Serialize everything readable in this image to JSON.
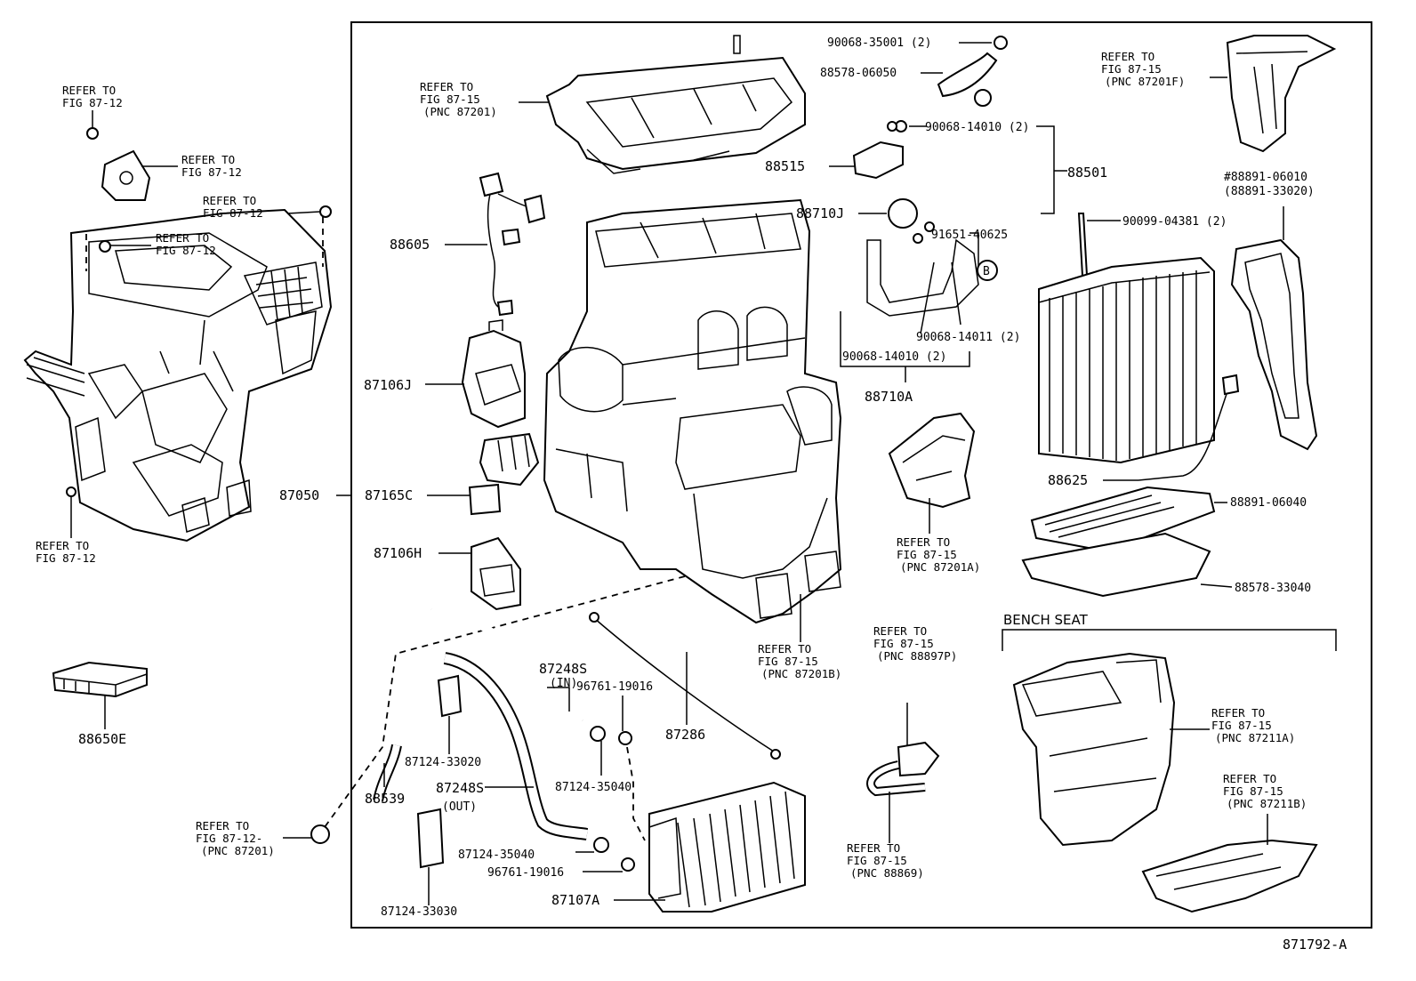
{
  "labels": {
    "p90068_35001": "90068-35001 (2)",
    "p88578_06050": "88578-06050",
    "p90068_14010a": "90068-14010 (2)",
    "p88515": "88515",
    "p88501": "88501",
    "p88710j": "88710J",
    "p91651_40625": "91651-40625",
    "p90099_04381": "90099-04381 (2)",
    "p88605": "88605",
    "p90068_14011": "90068-14011 (2)",
    "p90068_14010b": "90068-14010 (2)",
    "p88710a": "88710A",
    "p87106j": "87106J",
    "p87050": "87050",
    "p87165c": "87165C",
    "p88625": "88625",
    "p88891_06040": "88891-06040",
    "p87106h": "87106H",
    "p88578_33040": "88578-33040",
    "p87248s_in": "87248S",
    "p87248s_in_sub": "(IN)",
    "p96761_19016a": "96761-19016",
    "p87286": "87286",
    "p87124_33020": "87124-33020",
    "p87124_35040a": "87124-35040",
    "p87248s_out": "87248S",
    "p87248s_out_sub": "(OUT)",
    "p88539": "88539",
    "p87124_35040b": "87124-35040",
    "p96761_19016b": "96761-19016",
    "p87107a": "87107A",
    "p87124_33030": "87124-33030",
    "p88650e": "88650E",
    "p88891_06010": "#88891-06010",
    "p88891_33020": "(88891-33020)",
    "circle_b": "B",
    "bench_seat": "BENCH SEAT",
    "figure_id": "871792-A"
  },
  "refers": {
    "r1": [
      "REFER TO",
      "FIG 87-12"
    ],
    "r2": [
      "REFER TO",
      "FIG 87-12"
    ],
    "r3": [
      "REFER TO",
      "FIG 87-12"
    ],
    "r4": [
      "REFER TO",
      "FIG 87-12"
    ],
    "r5": [
      "REFER TO",
      "FIG 87-12"
    ],
    "r6": [
      "REFER TO",
      "FIG 87-12-",
      "(PNC 87201)"
    ],
    "r7": [
      "REFER TO",
      "FIG 87-15",
      "(PNC 87201)"
    ],
    "r8": [
      "REFER TO",
      "FIG 87-15",
      "(PNC 87201F)"
    ],
    "r9": [
      "REFER TO",
      "FIG 87-15",
      "(PNC 87201A)"
    ],
    "r10": [
      "REFER TO",
      "FIG 87-15",
      "(PNC 87201B)"
    ],
    "r11": [
      "REFER TO",
      "FIG 87-15",
      "(PNC 88897P)"
    ],
    "r12": [
      "REFER TO",
      "FIG 87-15",
      "(PNC 88869)"
    ],
    "r13": [
      "REFER TO",
      "FIG 87-15",
      "(PNC 87211A)"
    ],
    "r14": [
      "REFER TO",
      "FIG 87-15",
      "(PNC 87211B)"
    ]
  }
}
